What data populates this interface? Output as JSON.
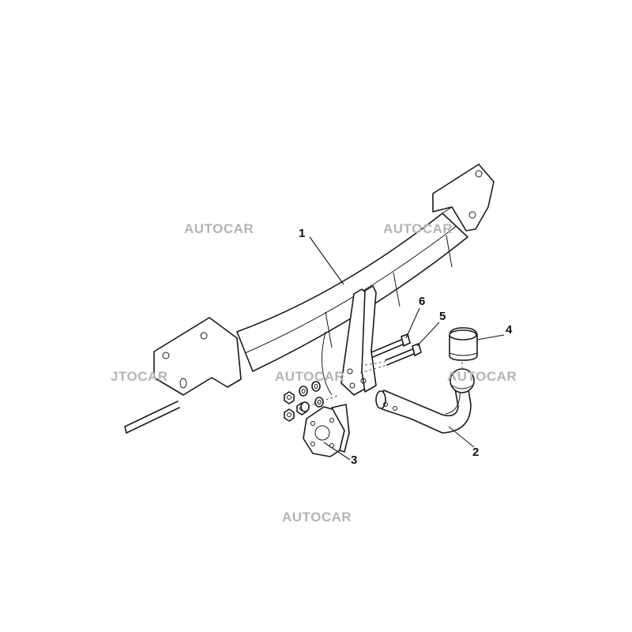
{
  "callouts": {
    "c1": "1",
    "c2": "2",
    "c3": "3",
    "c4": "4",
    "c5": "5",
    "c6": "6"
  },
  "watermarks": {
    "w1": "AUTOCAR",
    "w2": "AUTOCAR",
    "w3": "JTOCAR",
    "w4": "AUTOCAR",
    "w5": "AUTOCAR",
    "w6": "AUTOCAR"
  }
}
